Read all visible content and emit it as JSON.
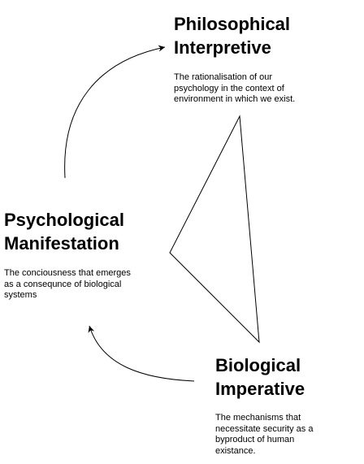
{
  "nodes": {
    "philosophical": {
      "title_lines": [
        "Philosophical",
        "Interpretive"
      ],
      "description_lines": [
        "The rationalisation of our",
        "psychology in the context of",
        "environment in which we exist."
      ]
    },
    "psychological": {
      "title_lines": [
        "Psychological",
        "Manifestation"
      ],
      "description_lines": [
        "The conciousness that emerges",
        "as a consequnce of biological",
        "systems"
      ]
    },
    "biological": {
      "title_lines": [
        "Biological",
        "Imperative"
      ],
      "description_lines": [
        "The mechanisms that",
        "necessitate security as a",
        "byproduct of human",
        "existance."
      ]
    }
  },
  "colors": {
    "text": "#000000",
    "stroke": "#000000",
    "background": "#ffffff"
  }
}
